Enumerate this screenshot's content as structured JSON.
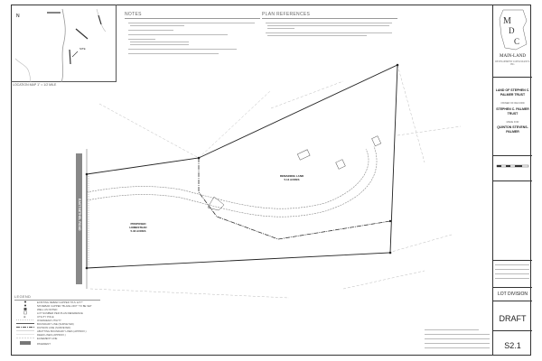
{
  "location_map": {
    "caption": "LOCATION MAP   1\" = 1/2 MILE",
    "site_label": "SITE"
  },
  "notes": {
    "heading": "NOTES",
    "count": 6
  },
  "plan_references": {
    "heading": "PLAN REFERENCES",
    "count": 2
  },
  "plan": {
    "road_label": "EAST BETHEL ROAD",
    "lot1_label": "PROPOSED HOMESTEAD",
    "lot1_area": "5.33 ACRES",
    "lot2_label": "REMAINING LAND",
    "lot2_area": "5.14 ACRES"
  },
  "legend": {
    "heading": "LEGEND",
    "items": [
      "EXISTING REBAR CAPPED \"PLS 1277\"",
      "5/8 REBAR CAPPED \"BLAKE 2467\" TO BE SET",
      "WELL AS NOTED",
      "LOT NUMBER PER PLAN REFERENCE",
      "UTILITY POLE",
      "OVERHEAD UTILITY",
      "BOUNDARY LINE (SURVEYED)",
      "DIVISION LINE (SURVEYED)",
      "ABUTTING BOUNDARY LINES (APPROX.)",
      "DEED LINES (APPROX.)",
      "EASEMENT LINE",
      "PAVEMENT"
    ]
  },
  "title_block": {
    "company": "MAIN-LAND",
    "company_sub": "DEVELOPMENT CONSULTANTS, INC.",
    "project": "LAND OF STEPHEN C. PALMER TRUST",
    "owner_label": "OWNER OF RECORD",
    "owner": "STEPHEN C. PALMER TRUST",
    "made_for_label": "MADE FOR",
    "client": "QUINTON STEVENS-PALMER",
    "sheet_title": "LOT DIVISION",
    "status": "DRAFT",
    "sheet_number": "S2.1"
  }
}
